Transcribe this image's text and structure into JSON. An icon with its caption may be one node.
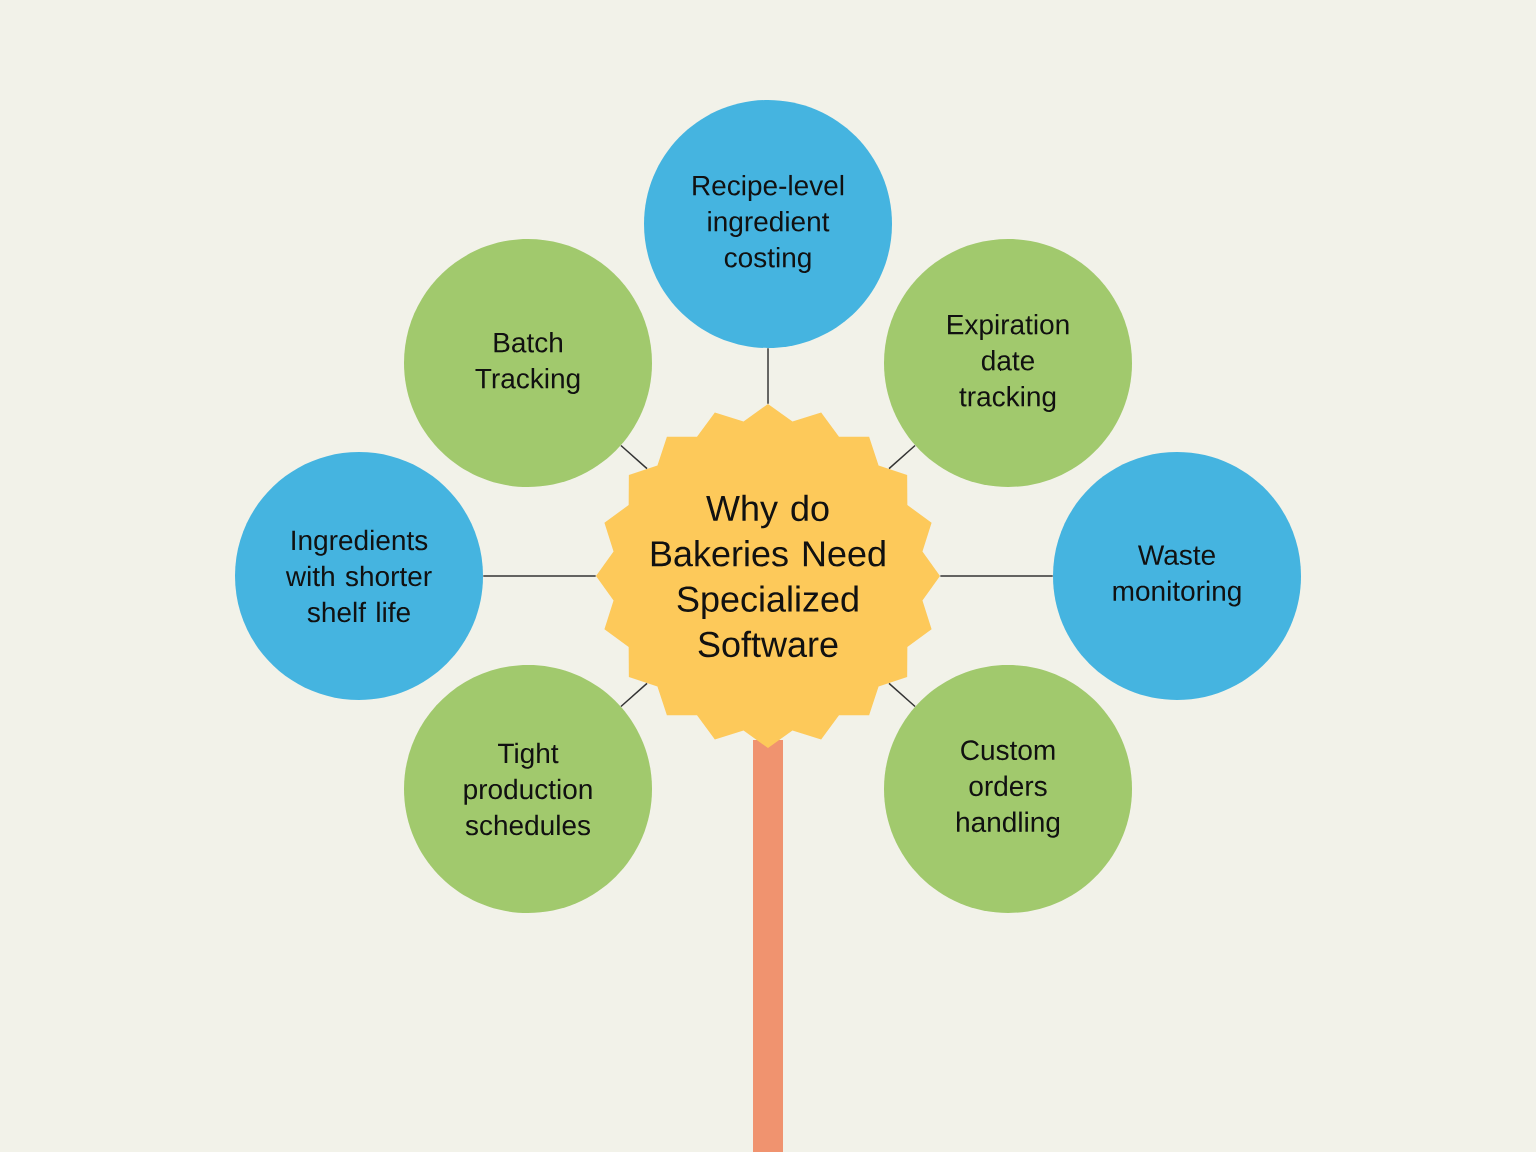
{
  "diagram": {
    "nodes": [
      {
        "text": [
          "Why do Bakeries Need Specialized Software"
        ]
      },
      {
        "text": [
          "Recipe-level ingredient costing"
        ]
      },
      {
        "text": [
          "Batch Tracking"
        ]
      },
      {
        "text": [
          "Expiration date tracking"
        ]
      },
      {
        "text": [
          "Ingredients with shorter shelf life"
        ]
      },
      {
        "text": [
          "Waste monitoring"
        ]
      },
      {
        "text": [
          "Tight production schedules"
        ]
      },
      {
        "text": [
          "Custom orders handling"
        ]
      },
      {
        "text": [],
        "shape": "bar"
      }
    ],
    "edges": [
      {
        "from": 0,
        "to": 1,
        "arrow": "none"
      },
      {
        "from": 0,
        "to": 2,
        "arrow": "none"
      },
      {
        "from": 0,
        "to": 3,
        "arrow": "none"
      },
      {
        "from": 0,
        "to": 4,
        "arrow": "none"
      },
      {
        "from": 0,
        "to": 5,
        "arrow": "none"
      },
      {
        "from": 0,
        "to": 6,
        "arrow": "none"
      },
      {
        "from": 0,
        "to": 7,
        "arrow": "none"
      }
    ]
  }
}
